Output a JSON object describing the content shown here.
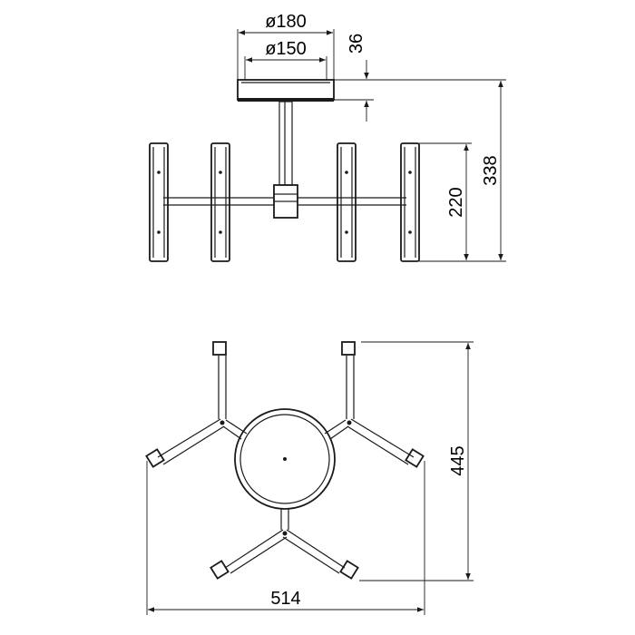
{
  "dimensions": {
    "canopy_outer_diameter": "ø180",
    "canopy_inner_diameter": "ø150",
    "canopy_height": "36",
    "module_height": "220",
    "total_height": "338",
    "depth": "445",
    "width": "514"
  },
  "colors": {
    "line": "#1a1a1a",
    "background": "#ffffff"
  }
}
